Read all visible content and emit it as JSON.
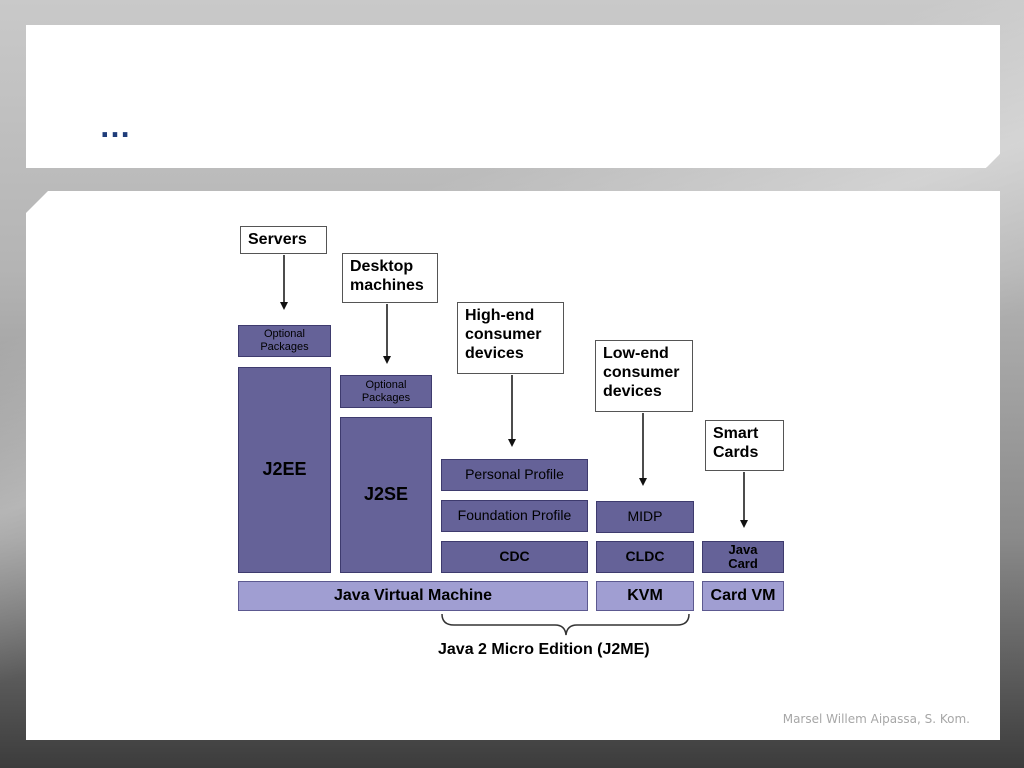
{
  "slide": {
    "title": "…",
    "footer": "Marsel Willem Aipassa, S. Kom."
  },
  "diagram": {
    "targets": {
      "servers": "Servers",
      "desktop": "Desktop\nmachines",
      "highend": "High-end\nconsumer\ndevices",
      "lowend": "Low-end\nconsumer\ndevices",
      "smartcards": "Smart\nCards"
    },
    "blocks": {
      "j2ee_optional": "Optional\nPackages",
      "j2ee": "J2EE",
      "j2se_optional": "Optional\nPackages",
      "j2se": "J2SE",
      "personal_profile": "Personal Profile",
      "foundation_profile": "Foundation Profile",
      "cdc": "CDC",
      "midp": "MIDP",
      "cldc": "CLDC",
      "java_card": "Java\nCard",
      "jvm": "Java Virtual Machine",
      "kvm": "KVM",
      "card_vm": "Card VM"
    },
    "bracket_label": "Java 2 Micro Edition (J2ME)",
    "colors": {
      "dark_block": "#656298",
      "light_block": "#a09ed2",
      "title": "#1f3d7a"
    }
  }
}
